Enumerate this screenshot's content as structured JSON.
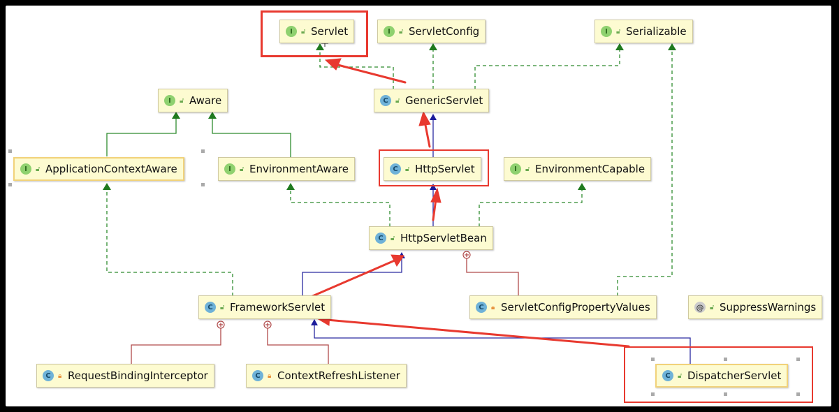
{
  "nodes": {
    "servlet": {
      "name": "Servlet",
      "kind": "interface",
      "badge": "I"
    },
    "servlet_config": {
      "name": "ServletConfig",
      "kind": "interface",
      "badge": "I"
    },
    "serializable": {
      "name": "Serializable",
      "kind": "interface",
      "badge": "I"
    },
    "aware": {
      "name": "Aware",
      "kind": "interface",
      "badge": "I"
    },
    "generic_servlet": {
      "name": "GenericServlet",
      "kind": "abstract-class",
      "badge": "C"
    },
    "application_context_aware": {
      "name": "ApplicationContextAware",
      "kind": "interface",
      "badge": "I"
    },
    "environment_aware": {
      "name": "EnvironmentAware",
      "kind": "interface",
      "badge": "I"
    },
    "http_servlet": {
      "name": "HttpServlet",
      "kind": "abstract-class",
      "badge": "C"
    },
    "environment_capable": {
      "name": "EnvironmentCapable",
      "kind": "interface",
      "badge": "I"
    },
    "http_servlet_bean": {
      "name": "HttpServletBean",
      "kind": "abstract-class",
      "badge": "C"
    },
    "framework_servlet": {
      "name": "FrameworkServlet",
      "kind": "abstract-class",
      "badge": "C"
    },
    "servlet_config_property_values": {
      "name": "ServletConfigPropertyValues",
      "kind": "inner-class",
      "badge": "C"
    },
    "suppress_warnings": {
      "name": "SuppressWarnings",
      "kind": "annotation",
      "badge": "@"
    },
    "request_binding_interceptor": {
      "name": "RequestBindingInterceptor",
      "kind": "inner-class",
      "badge": "C"
    },
    "context_refresh_listener": {
      "name": "ContextRefreshListener",
      "kind": "inner-class",
      "badge": "C"
    },
    "dispatcher_servlet": {
      "name": "DispatcherServlet",
      "kind": "class",
      "badge": "C"
    }
  },
  "colors": {
    "implements": "#2e8b2e",
    "extends": "#1c1c9c",
    "inner": "#b04a4a",
    "annotation": "#e8392f",
    "node_fill": "#fdfbd1"
  }
}
